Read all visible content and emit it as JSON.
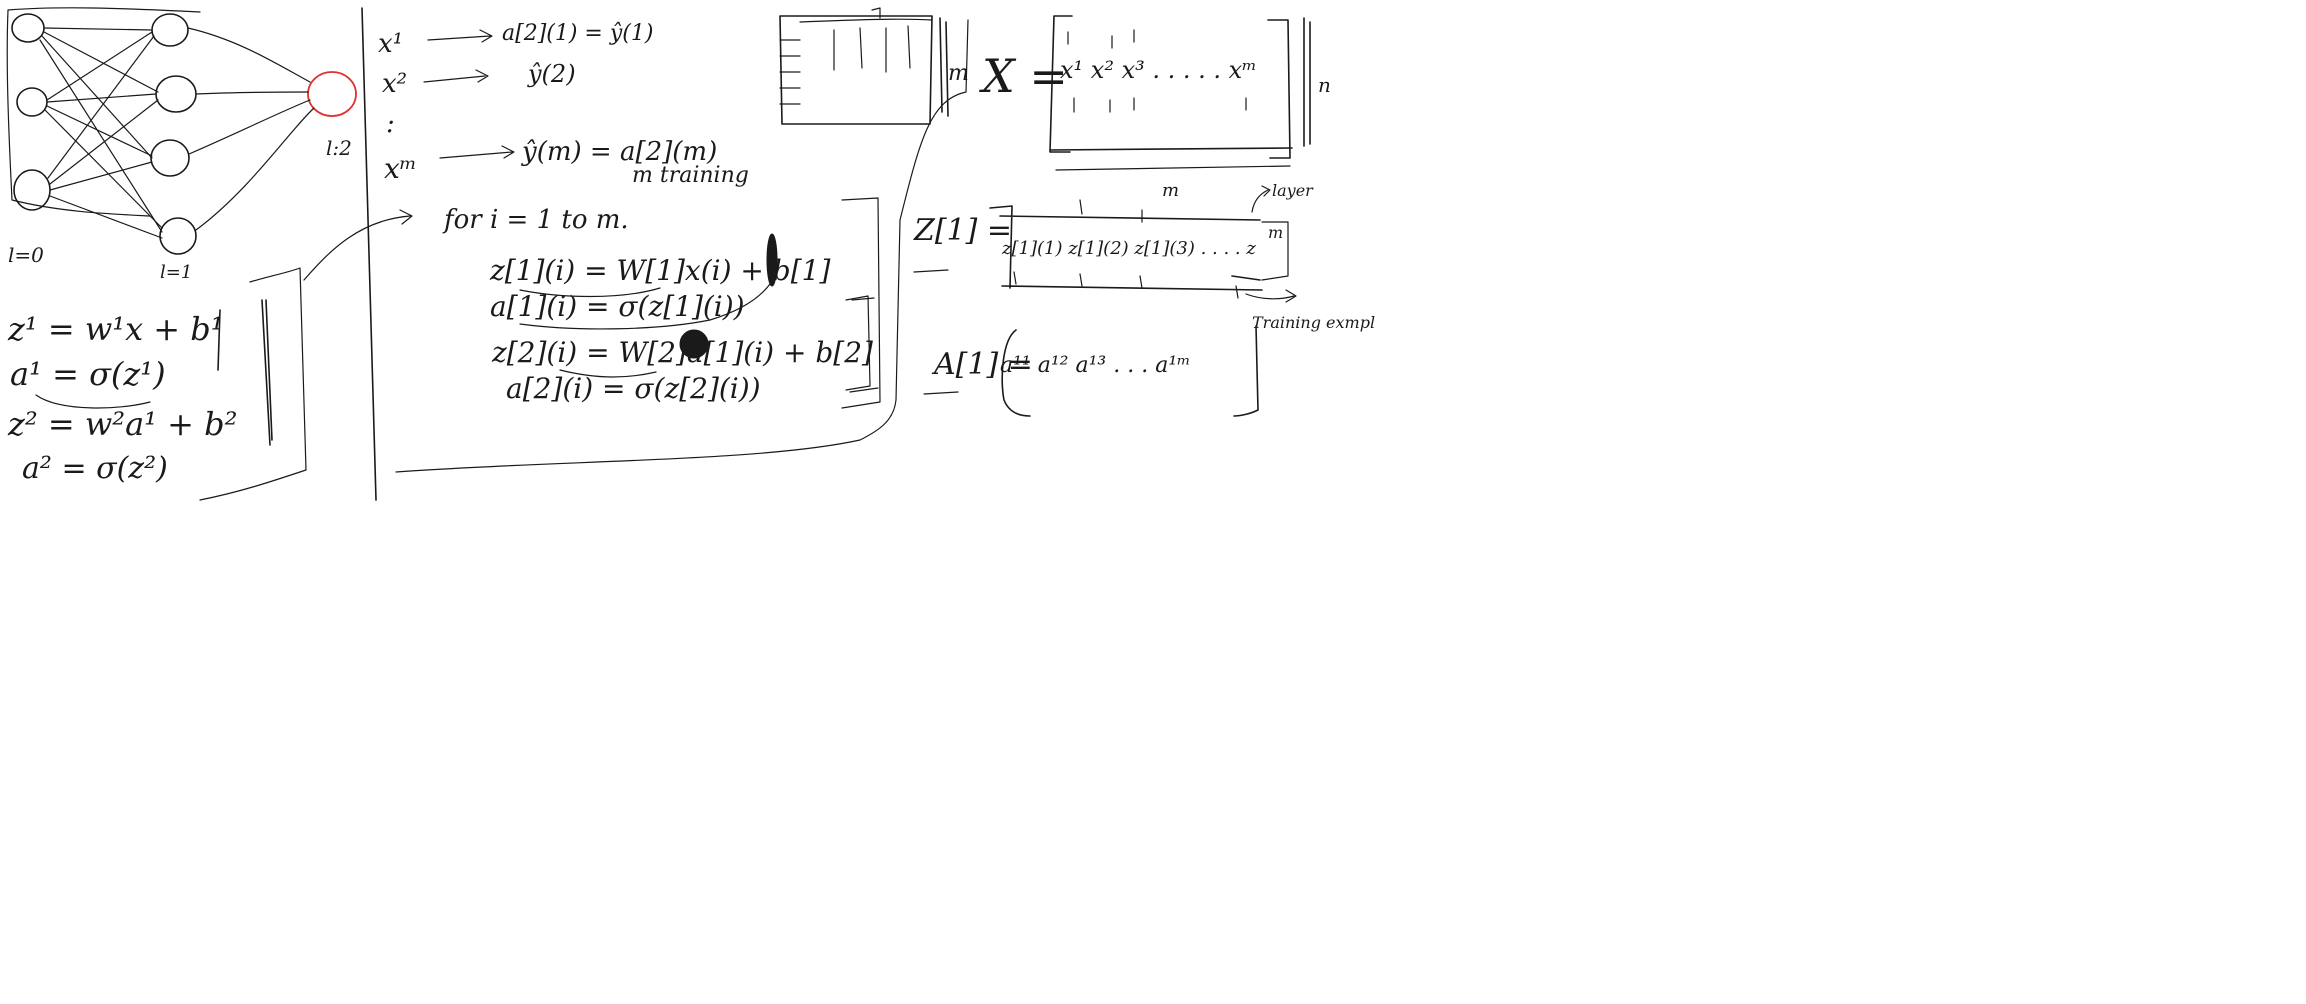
{
  "network": {
    "layer0_label": "l=0",
    "layer1_label": "l=1",
    "layer2_label": "l:2",
    "output_color": "#e03030"
  },
  "equations_left": {
    "eq1": "z¹ = w¹x + b¹",
    "eq2": "a¹ = σ(z¹)",
    "eq3": "z² = w²a¹ + b²",
    "eq4": "a² = σ(z²)"
  },
  "examples": {
    "row1_x": "x¹",
    "row1_out": "a[2](1) = ŷ(1)",
    "row2_x": "x²",
    "row2_out": "ŷ(2)",
    "dots": ":",
    "rowm_x": "xᵐ",
    "rowm_out": "ŷ(m) = a[2](m)",
    "m_training": "m training"
  },
  "loop": {
    "header": "for i = 1 to m.",
    "line1": "z[1](i) = W[1]x(i) + b[1]",
    "line2": "a[1](i) = σ(z[1](i))",
    "line3": "z[2](i) = W[2]a[1](i) + b[2]",
    "line4": "a[2](i) = σ(z[2](i))"
  },
  "matrix_box": {
    "m_label": "m"
  },
  "matrix_x": {
    "lhs": "X =",
    "entries": "x¹ x² x³ . . . . . xᵐ",
    "n_label": "n",
    "m_label": "m"
  },
  "matrix_z": {
    "lhs": "Z[1] =",
    "entries": "z[1](1) z[1](2) z[1](3) . . . . z",
    "layer_label": "layer",
    "training_label": "Training exmpl",
    "m_label": "m"
  },
  "matrix_a": {
    "lhs": "A[1] =",
    "entries": "a¹¹ a¹² a¹³ . . . a¹ᵐ"
  }
}
